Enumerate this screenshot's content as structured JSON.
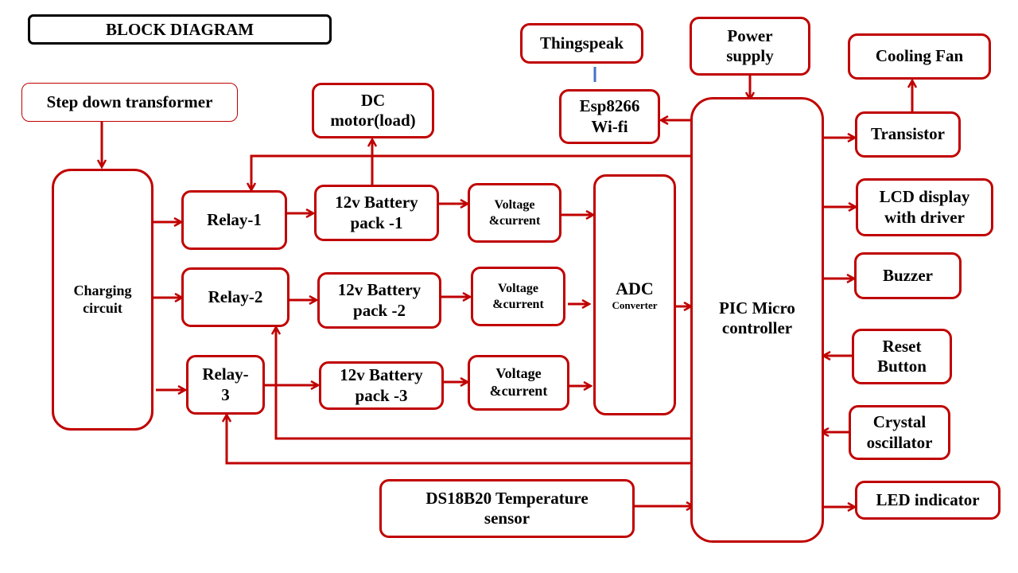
{
  "diagram": {
    "title": "BLOCK DIAGRAM",
    "line_color": "#c00000",
    "link_color": "#4472c4",
    "blocks": {
      "step_down": {
        "label": "Step down transformer"
      },
      "dc_motor": {
        "line1": "DC",
        "line2": "motor(load)"
      },
      "thingspeak": {
        "label": "Thingspeak"
      },
      "esp8266": {
        "line1": "Esp8266",
        "line2": "Wi-fi"
      },
      "power_supply": {
        "line1": "Power",
        "line2": "supply"
      },
      "cooling_fan": {
        "label": "Cooling Fan"
      },
      "charging": {
        "line1": "Charging",
        "line2": "circuit"
      },
      "relay1": {
        "label": "Relay-1"
      },
      "relay2": {
        "label": "Relay-2"
      },
      "relay3": {
        "line1": "Relay-",
        "line2": "3"
      },
      "battery1": {
        "line1": "12v Battery",
        "line2": "pack -1"
      },
      "battery2": {
        "line1": "12v Battery",
        "line2": "pack -2"
      },
      "battery3": {
        "line1": "12v Battery",
        "line2": "pack -3"
      },
      "vc1": {
        "line1": "Voltage",
        "line2": "&current"
      },
      "vc2": {
        "line1": "Voltage",
        "line2": "&current"
      },
      "vc3": {
        "line1": "Voltage",
        "line2": "&current"
      },
      "adc": {
        "line1": "ADC",
        "line2": "Converter"
      },
      "pic": {
        "line1": "PIC Micro",
        "line2": "controller"
      },
      "transistor": {
        "label": "Transistor"
      },
      "lcd": {
        "line1": "LCD display",
        "line2": "with driver"
      },
      "buzzer": {
        "label": "Buzzer"
      },
      "reset": {
        "line1": "Reset",
        "line2": "Button"
      },
      "crystal": {
        "line1": "Crystal",
        "line2": "oscillator"
      },
      "led": {
        "label": "LED indicator"
      },
      "temp_sensor": {
        "line1": "DS18B20 Temperature",
        "line2": "sensor"
      }
    },
    "connections": [
      {
        "from": "Step down transformer",
        "to": "Charging circuit"
      },
      {
        "from": "Charging circuit",
        "to": "Relay-1"
      },
      {
        "from": "Charging circuit",
        "to": "Relay-2"
      },
      {
        "from": "Charging circuit",
        "to": "Relay-3"
      },
      {
        "from": "Relay-1",
        "to": "12v Battery pack -1"
      },
      {
        "from": "Relay-2",
        "to": "12v Battery pack -2"
      },
      {
        "from": "Relay-3",
        "to": "12v Battery pack -3"
      },
      {
        "from": "12v Battery pack -1",
        "to": "DC motor(load)"
      },
      {
        "from": "12v Battery pack -1",
        "to": "Voltage &current 1"
      },
      {
        "from": "12v Battery pack -2",
        "to": "Voltage &current 2"
      },
      {
        "from": "12v Battery pack -3",
        "to": "Voltage &current 3"
      },
      {
        "from": "Voltage &current 1",
        "to": "ADC Converter"
      },
      {
        "from": "Voltage &current 2",
        "to": "ADC Converter"
      },
      {
        "from": "Voltage &current 3",
        "to": "ADC Converter"
      },
      {
        "from": "ADC Converter",
        "to": "PIC Micro controller"
      },
      {
        "from": "PIC Micro controller",
        "to": "Relay-1"
      },
      {
        "from": "PIC Micro controller",
        "to": "Relay-2"
      },
      {
        "from": "PIC Micro controller",
        "to": "Relay-3"
      },
      {
        "from": "PIC Micro controller",
        "to": "Esp8266 Wi-fi"
      },
      {
        "from": "Esp8266 Wi-fi",
        "to": "Thingspeak"
      },
      {
        "from": "Power supply",
        "to": "PIC Micro controller"
      },
      {
        "from": "PIC Micro controller",
        "to": "Transistor"
      },
      {
        "from": "Transistor",
        "to": "Cooling Fan"
      },
      {
        "from": "PIC Micro controller",
        "to": "LCD display with driver"
      },
      {
        "from": "PIC Micro controller",
        "to": "Buzzer"
      },
      {
        "from": "Reset Button",
        "to": "PIC Micro controller"
      },
      {
        "from": "Crystal oscillator",
        "to": "PIC Micro controller"
      },
      {
        "from": "PIC Micro controller",
        "to": "LED indicator"
      },
      {
        "from": "DS18B20 Temperature sensor",
        "to": "PIC Micro controller"
      }
    ]
  }
}
